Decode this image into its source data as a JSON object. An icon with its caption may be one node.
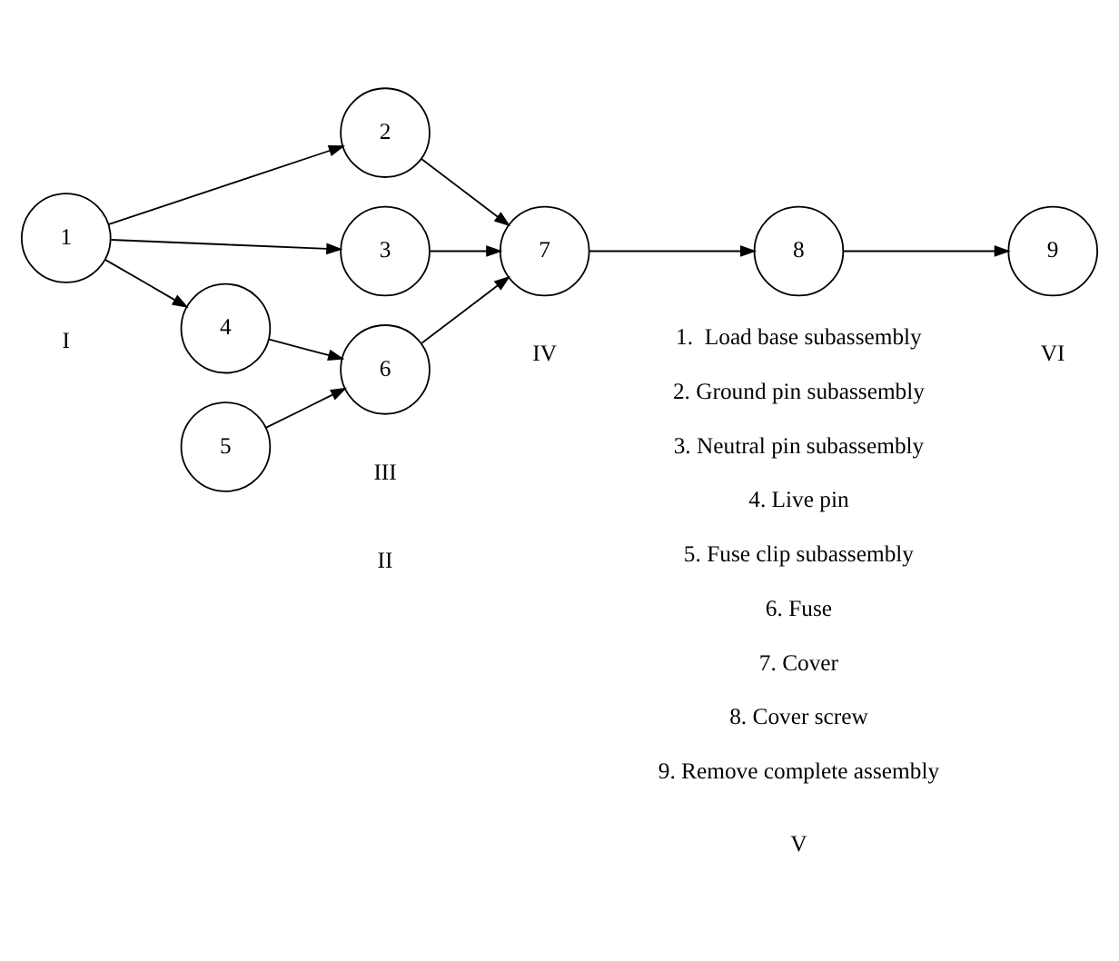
{
  "diagram": {
    "nodes": [
      {
        "text": [
          "1"
        ]
      },
      {
        "text": [
          "2"
        ]
      },
      {
        "text": [
          "3"
        ]
      },
      {
        "text": [
          "4"
        ]
      },
      {
        "text": [
          "5"
        ]
      },
      {
        "text": [
          "6"
        ]
      },
      {
        "text": [
          "7"
        ]
      },
      {
        "text": [
          "8"
        ]
      },
      {
        "text": [
          "9"
        ]
      }
    ],
    "edges": [
      {
        "from": 0,
        "to": 1,
        "arrow": "to"
      },
      {
        "from": 0,
        "to": 2,
        "arrow": "to"
      },
      {
        "from": 0,
        "to": 3,
        "arrow": "to"
      },
      {
        "from": 1,
        "to": 6,
        "arrow": "to"
      },
      {
        "from": 2,
        "to": 6,
        "arrow": "to"
      },
      {
        "from": 3,
        "to": 5,
        "arrow": "to"
      },
      {
        "from": 4,
        "to": 5,
        "arrow": "to"
      },
      {
        "from": 5,
        "to": 6,
        "arrow": "to"
      },
      {
        "from": 6,
        "to": 7,
        "arrow": "to"
      },
      {
        "from": 7,
        "to": 8,
        "arrow": "to"
      }
    ],
    "labels": [
      "I",
      "II",
      "III",
      "IV",
      "V",
      "VI",
      "1.  Load base subassembly",
      "2. Ground pin subassembly",
      "3. Neutral pin subassembly",
      "4. Live pin",
      "5. Fuse clip subassembly",
      "6. Fuse",
      "7. Cover",
      "8. Cover screw",
      "9. Remove complete assembly"
    ]
  }
}
